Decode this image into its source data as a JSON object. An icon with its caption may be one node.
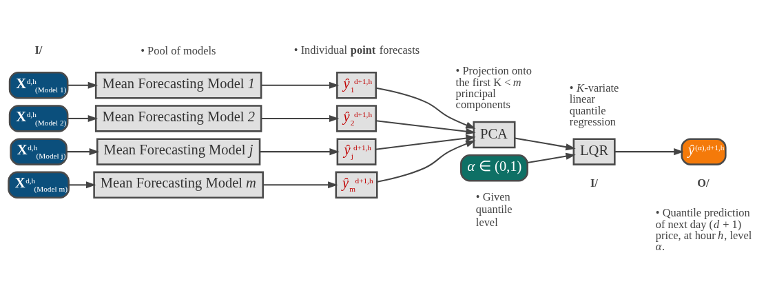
{
  "diagram": {
    "nodes": [
      {
        "text": [
          "**X**$^{d,h}$$_{(Model 1)}$"
        ]
      },
      {
        "text": [
          "**X**$^{d,h}$$_{(Model 2)}$"
        ]
      },
      {
        "text": [
          "**X**$^{d,h}$$_{(Model j)}$"
        ]
      },
      {
        "text": [
          "**X**$^{d,h}$$_{(Model m)}$"
        ]
      },
      {
        "text": [
          "Mean Forecasting Model *1*"
        ]
      },
      {
        "text": [
          "Mean Forecasting Model *2*"
        ]
      },
      {
        "text": [
          "Mean Forecasting Model *j*"
        ]
      },
      {
        "text": [
          "Mean Forecasting Model *m*"
        ]
      },
      {
        "text": [
          "*ŷ*$_{1}$$^{d+1,h}$"
        ]
      },
      {
        "text": [
          "*ŷ*$_{2}$$^{d+1,h}$"
        ]
      },
      {
        "text": [
          "*ŷ*$_{j}$$^{d+1,h}$"
        ]
      },
      {
        "text": [
          "*ŷ*$_{m}$$^{d+1,h}$"
        ]
      },
      {
        "text": [
          "PCA"
        ]
      },
      {
        "text": [
          "LQR"
        ]
      },
      {
        "text": [
          "*α* ∈ (0,1)"
        ]
      },
      {
        "text": [
          "*ŷ*$^{(α),d+1,h}$"
        ]
      }
    ],
    "edges": [
      {
        "from": 0,
        "to": 4,
        "arrow": "to"
      },
      {
        "from": 1,
        "to": 5,
        "arrow": "to"
      },
      {
        "from": 2,
        "to": 6,
        "arrow": "to"
      },
      {
        "from": 3,
        "to": 7,
        "arrow": "to"
      },
      {
        "from": 4,
        "to": 8,
        "arrow": "to"
      },
      {
        "from": 5,
        "to": 9,
        "arrow": "to"
      },
      {
        "from": 6,
        "to": 10,
        "arrow": "to"
      },
      {
        "from": 7,
        "to": 11,
        "arrow": "to"
      },
      {
        "from": 8,
        "to": 12,
        "arrow": "to"
      },
      {
        "from": 9,
        "to": 12,
        "arrow": "to"
      },
      {
        "from": 10,
        "to": 12,
        "arrow": "to"
      },
      {
        "from": 11,
        "to": 12,
        "arrow": "to"
      },
      {
        "from": 12,
        "to": 13,
        "arrow": "to"
      },
      {
        "from": 14,
        "to": 13,
        "arrow": "to"
      },
      {
        "from": 13,
        "to": 15,
        "arrow": "to"
      }
    ],
    "labels": [
      "**I/**",
      "• Pool of models",
      "• Individual **point** forecasts",
      "• *K*-variate linear quantile regression",
      "• Projection onto the first K < *m* principal components",
      "**I/**",
      "• Given quantile level",
      "**O/**",
      "• Quantile prediction of next day (*d* + 1) price, at hour *h*, level *α*."
    ]
  }
}
